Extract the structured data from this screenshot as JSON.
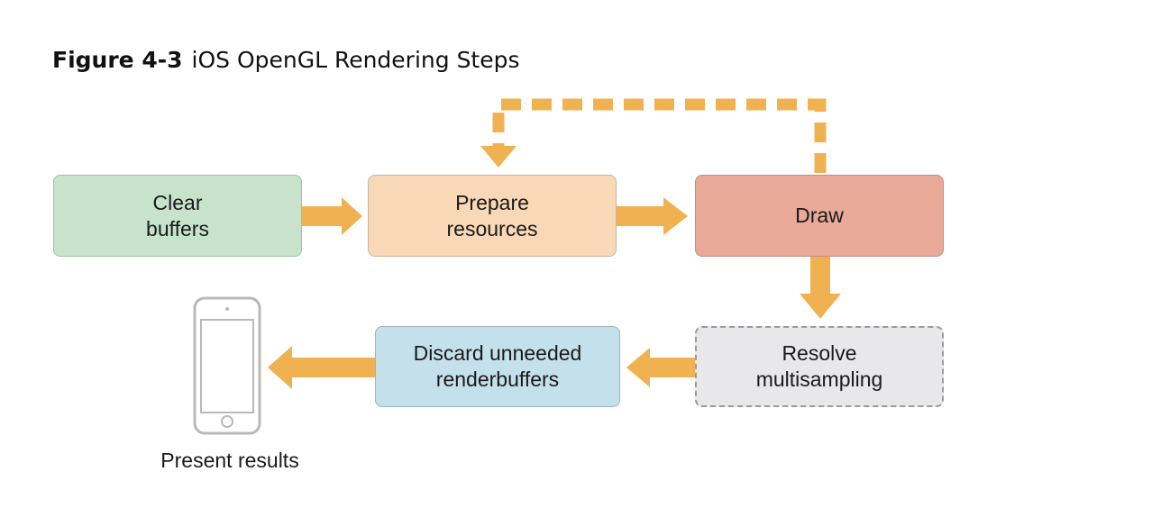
{
  "figure": {
    "number": "Figure 4-3",
    "title": "iOS OpenGL Rendering Steps"
  },
  "steps": {
    "clear": "Clear\nbuffers",
    "prepare": "Prepare\nresources",
    "draw": "Draw",
    "resolve": "Resolve\nmultisampling",
    "discard": "Discard unneeded\nrenderbuffers",
    "present": "Present results"
  },
  "colors": {
    "arrow": "#f0b251",
    "clear_fill": "#c8e3cc",
    "prepare_fill": "#f8d8b6",
    "draw_fill": "#e9a998",
    "resolve_fill": "#e8e8ea",
    "discard_fill": "#c4e0ea",
    "device_outline": "#b9b9b9"
  },
  "icons": {
    "device": "iphone-icon"
  }
}
